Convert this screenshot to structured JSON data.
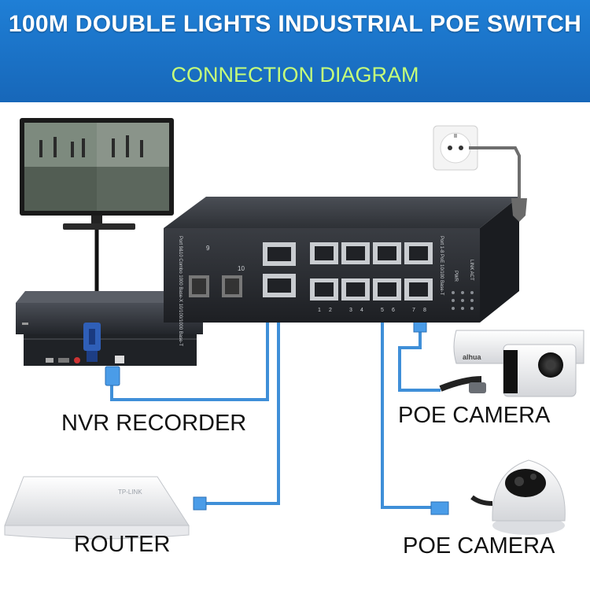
{
  "header": {
    "title": "100M DOUBLE LIGHTS INDUSTRIAL POE SWITCH",
    "subtitle": "CONNECTION DIAGRAM"
  },
  "labels": {
    "nvr": "NVR RECORDER",
    "router": "ROUTER",
    "camera_1": "POE CAMERA",
    "camera_2": "POE CAMERA"
  },
  "brand": {
    "logo_text": "alhua",
    "router_text": "TP-LINK"
  },
  "switch_panel": {
    "group_9_10": "Port 9&10 Combo 1000 Base-X 10/100/1000 Base-T",
    "group_1_8": "Port 1-8 PoE 10/100 Base-T",
    "port_9": "9",
    "port_10": "10",
    "port_nums": [
      "1",
      "2",
      "3",
      "4",
      "5",
      "6",
      "7",
      "8"
    ],
    "led_pwr": "PWR",
    "led_link": "LINK ACT"
  },
  "colors": {
    "banner": "#1f7fd6",
    "subtitle": "#c6ff7a",
    "cable": "#3f8fd8",
    "switch_body": "#2a2d33"
  },
  "icons": [
    "monitor-icon",
    "nvr-icon",
    "switch-icon",
    "power-outlet-icon",
    "power-plug-icon",
    "router-icon",
    "bullet-camera-icon",
    "dome-camera-icon",
    "vga-connector-icon",
    "rj45-connector-icon"
  ]
}
